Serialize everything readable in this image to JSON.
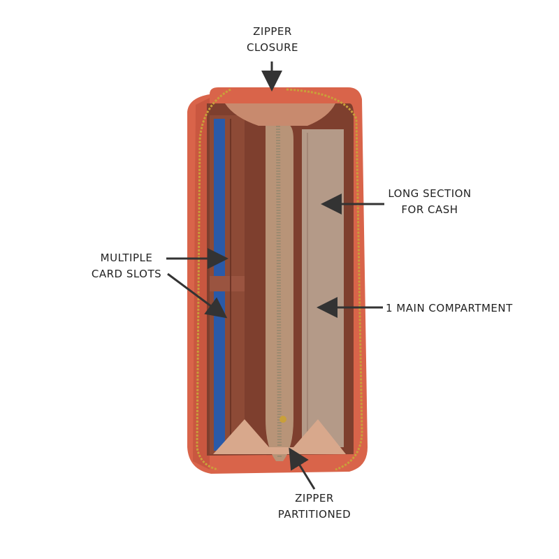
{
  "labels": {
    "zipper_closure": [
      "ZIPPER",
      "CLOSURE"
    ],
    "long_section": [
      "LONG SECTION",
      "FOR CASH"
    ],
    "card_slots": [
      "MULTIPLE",
      "CARD SLOTS"
    ],
    "main_compartment": [
      "1 MAIN COMPARTMENT"
    ],
    "zipper_partitioned": [
      "ZIPPER",
      "PARTITIONED"
    ]
  },
  "colors": {
    "background": "#ffffff",
    "text": "#222222",
    "arrow": "#333333",
    "wallet_exterior": "#d9644a",
    "wallet_interior": "#8a4a38",
    "wallet_lining": "#b49a88",
    "zipper_gold": "#c9a03a",
    "partition_zipper": "#9c8a70",
    "card_blue": "#2a5aa8"
  },
  "icons": [
    "arrow-icon"
  ]
}
